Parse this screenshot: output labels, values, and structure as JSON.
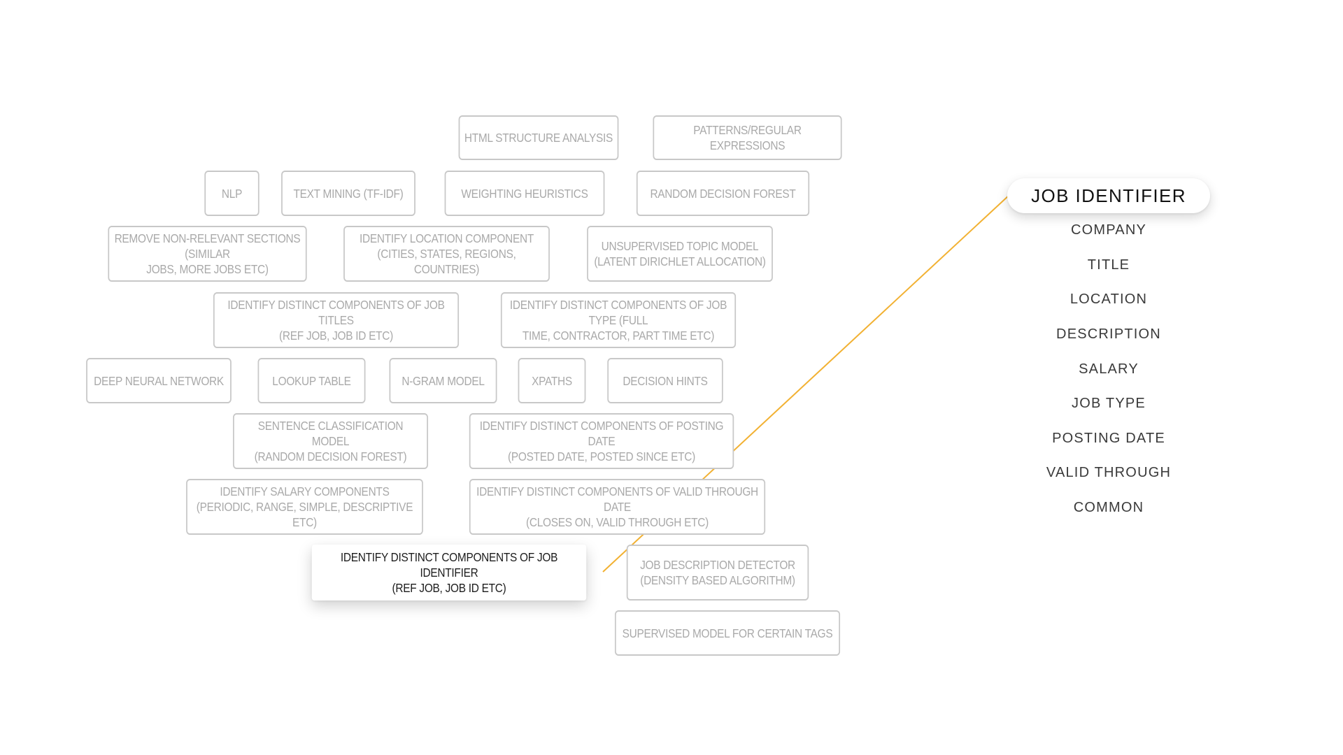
{
  "techniques": [
    {
      "id": "html-structure-analysis",
      "label": "HTML STRUCTURE ANALYSIS"
    },
    {
      "id": "patterns-regular-expressions",
      "label": "PATTERNS/REGULAR EXPRESSIONS"
    },
    {
      "id": "nlp",
      "label": "NLP"
    },
    {
      "id": "text-mining",
      "label": "TEXT MINING (TF-IDF)"
    },
    {
      "id": "weighting-heuristics",
      "label": "WEIGHTING HEURISTICS"
    },
    {
      "id": "random-decision-forest",
      "label": "RANDOM DECISION FOREST"
    },
    {
      "id": "remove-non-relevant-sections",
      "label": "REMOVE NON-RELEVANT SECTIONS (SIMILAR\nJOBS, MORE JOBS ETC)"
    },
    {
      "id": "identify-location-component",
      "label": "IDENTIFY LOCATION COMPONENT\n(CITIES, STATES, REGIONS, COUNTRIES)"
    },
    {
      "id": "unsupervised-topic-model",
      "label": "UNSUPERVISED TOPIC MODEL\n(LATENT DIRICHLET ALLOCATION)"
    },
    {
      "id": "components-job-titles",
      "label": "IDENTIFY DISTINCT COMPONENTS OF JOB TITLES\n(REF JOB, JOB ID ETC)"
    },
    {
      "id": "components-job-type",
      "label": "IDENTIFY DISTINCT COMPONENTS OF JOB TYPE (FULL\nTIME, CONTRACTOR, PART TIME ETC)"
    },
    {
      "id": "deep-neural-network",
      "label": "DEEP NEURAL NETWORK"
    },
    {
      "id": "lookup-table",
      "label": "LOOKUP TABLE"
    },
    {
      "id": "n-gram-model",
      "label": "N-GRAM MODEL"
    },
    {
      "id": "xpaths",
      "label": "XPATHS"
    },
    {
      "id": "decision-hints",
      "label": "DECISION HINTS"
    },
    {
      "id": "sentence-classification-model",
      "label": "SENTENCE CLASSIFICATION MODEL\n(RANDOM DECISION FOREST)"
    },
    {
      "id": "components-posting-date",
      "label": "IDENTIFY DISTINCT COMPONENTS OF POSTING DATE\n(POSTED DATE, POSTED SINCE ETC)"
    },
    {
      "id": "salary-components",
      "label": "IDENTIFY SALARY COMPONENTS\n(PERIODIC, RANGE, SIMPLE, DESCRIPTIVE ETC)"
    },
    {
      "id": "components-valid-through",
      "label": "IDENTIFY DISTINCT COMPONENTS OF VALID THROUGH DATE\n(CLOSES ON, VALID THROUGH ETC)"
    },
    {
      "id": "components-job-identifier",
      "label": "IDENTIFY DISTINCT COMPONENTS OF JOB IDENTIFIER\n(REF JOB, JOB ID ETC)",
      "highlighted": true
    },
    {
      "id": "job-description-detector",
      "label": "JOB DESCRIPTION DETECTOR\n(DENSITY BASED ALGORITHM)"
    },
    {
      "id": "supervised-model-tags",
      "label": "SUPERVISED MODEL FOR CERTAIN TAGS"
    }
  ],
  "fields": [
    {
      "label": "JOB IDENTIFIER",
      "active": true
    },
    {
      "label": "COMPANY"
    },
    {
      "label": "TITLE"
    },
    {
      "label": "LOCATION"
    },
    {
      "label": "DESCRIPTION"
    },
    {
      "label": "SALARY"
    },
    {
      "label": "JOB TYPE"
    },
    {
      "label": "POSTING DATE"
    },
    {
      "label": "VALID THROUGH"
    },
    {
      "label": "COMMON"
    }
  ],
  "colors": {
    "connector": "#f2b132",
    "box_border": "#c8c8c8",
    "box_text": "#a9a9a9",
    "highlight_text": "#1c1c1c",
    "list_text": "#3a3a3a"
  }
}
